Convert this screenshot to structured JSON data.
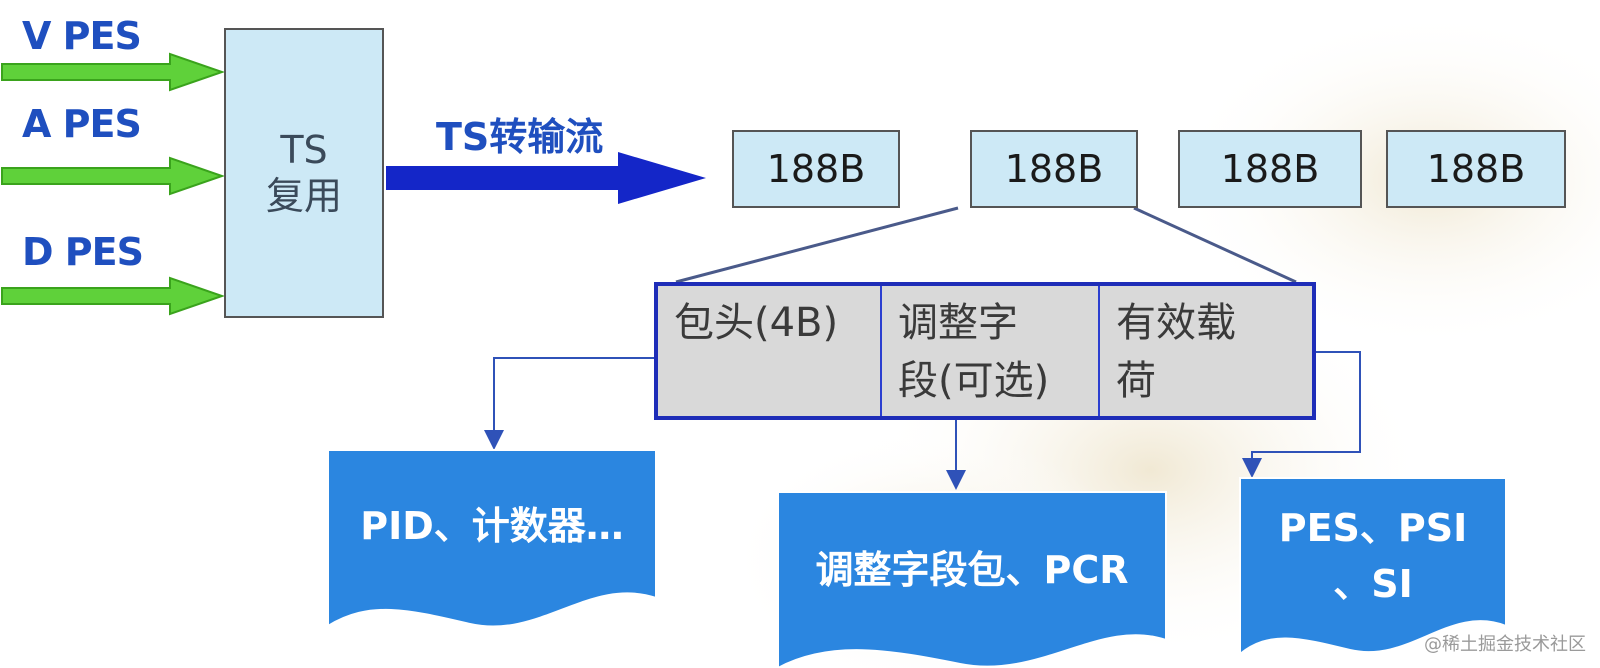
{
  "inputs": [
    "V PES",
    "A PES",
    "D PES"
  ],
  "mux": {
    "line1": "TS",
    "line2": "复用"
  },
  "ts_stream_label": "TS转输流",
  "packets": [
    "188B",
    "188B",
    "188B",
    "188B"
  ],
  "packet_structure": [
    {
      "lines": [
        "包头(4B)"
      ]
    },
    {
      "lines": [
        "调整字",
        "段(可选)"
      ]
    },
    {
      "lines": [
        "有效载",
        "荷"
      ]
    }
  ],
  "outputs": [
    {
      "lines": [
        "PID、计数器…"
      ]
    },
    {
      "lines": [
        "调整字段包、PCR"
      ]
    },
    {
      "lines": [
        "PES、PSI",
        "、SI"
      ]
    }
  ],
  "watermark": "@稀土掘金技术社区",
  "colors": {
    "input_arrow": "#5fd13a",
    "stream_arrow": "#1426c8",
    "label_blue": "#1f4fbf",
    "box_fill": "#cde9f6",
    "doc_fill": "#2b86e0",
    "struct_border": "#1e2db8"
  }
}
